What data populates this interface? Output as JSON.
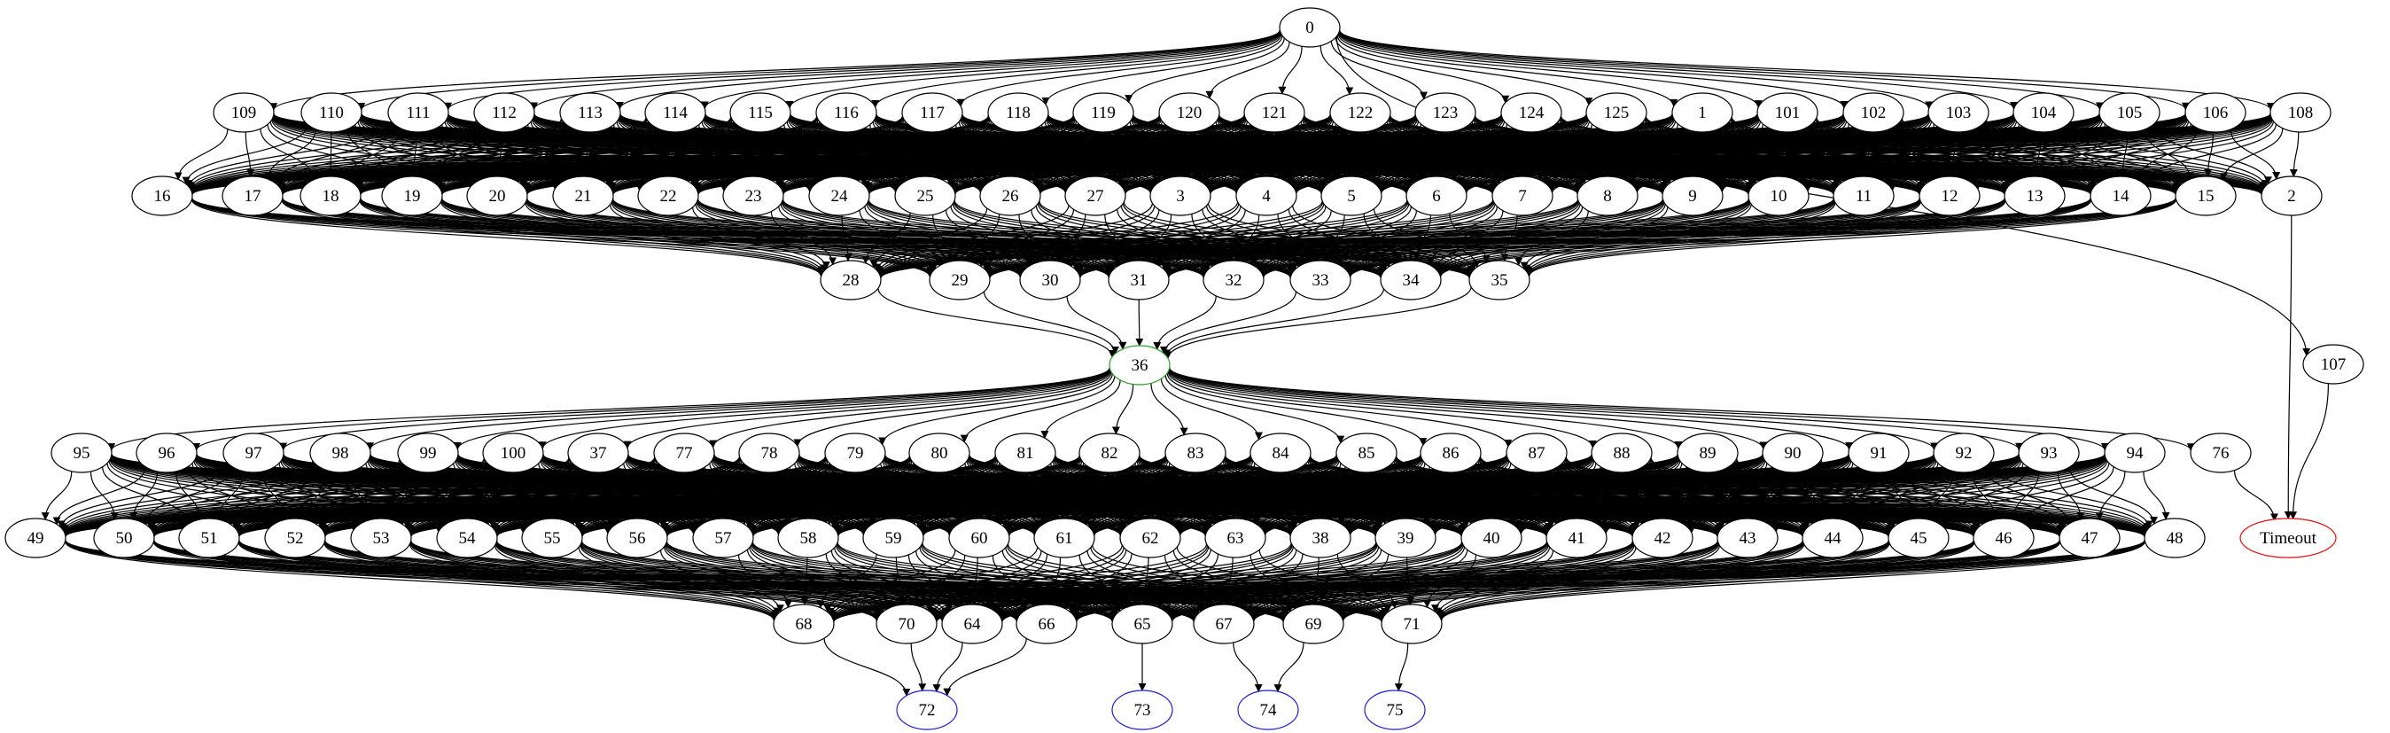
{
  "graph": {
    "type": "directed-graph",
    "colors": {
      "default": "#000000",
      "hub": "#2aa02a",
      "terminal": "#1f1fd0",
      "error": "#e01010"
    },
    "nodes": [
      {
        "id": "0"
      },
      {
        "id": "109"
      },
      {
        "id": "110"
      },
      {
        "id": "111"
      },
      {
        "id": "112"
      },
      {
        "id": "113"
      },
      {
        "id": "114"
      },
      {
        "id": "115"
      },
      {
        "id": "116"
      },
      {
        "id": "117"
      },
      {
        "id": "118"
      },
      {
        "id": "119"
      },
      {
        "id": "120"
      },
      {
        "id": "121"
      },
      {
        "id": "122"
      },
      {
        "id": "123"
      },
      {
        "id": "124"
      },
      {
        "id": "125"
      },
      {
        "id": "1"
      },
      {
        "id": "101"
      },
      {
        "id": "102"
      },
      {
        "id": "103"
      },
      {
        "id": "104"
      },
      {
        "id": "105"
      },
      {
        "id": "106"
      },
      {
        "id": "108"
      },
      {
        "id": "16"
      },
      {
        "id": "17"
      },
      {
        "id": "18"
      },
      {
        "id": "19"
      },
      {
        "id": "20"
      },
      {
        "id": "21"
      },
      {
        "id": "22"
      },
      {
        "id": "23"
      },
      {
        "id": "24"
      },
      {
        "id": "25"
      },
      {
        "id": "26"
      },
      {
        "id": "27"
      },
      {
        "id": "3"
      },
      {
        "id": "4"
      },
      {
        "id": "5"
      },
      {
        "id": "6"
      },
      {
        "id": "7"
      },
      {
        "id": "8"
      },
      {
        "id": "9"
      },
      {
        "id": "10"
      },
      {
        "id": "11"
      },
      {
        "id": "12"
      },
      {
        "id": "13"
      },
      {
        "id": "14"
      },
      {
        "id": "15"
      },
      {
        "id": "2"
      },
      {
        "id": "28"
      },
      {
        "id": "29"
      },
      {
        "id": "30"
      },
      {
        "id": "31"
      },
      {
        "id": "32"
      },
      {
        "id": "33"
      },
      {
        "id": "34"
      },
      {
        "id": "35"
      },
      {
        "id": "36",
        "kind": "hub"
      },
      {
        "id": "107"
      },
      {
        "id": "95"
      },
      {
        "id": "96"
      },
      {
        "id": "97"
      },
      {
        "id": "98"
      },
      {
        "id": "99"
      },
      {
        "id": "100"
      },
      {
        "id": "37"
      },
      {
        "id": "77"
      },
      {
        "id": "78"
      },
      {
        "id": "79"
      },
      {
        "id": "80"
      },
      {
        "id": "81"
      },
      {
        "id": "82"
      },
      {
        "id": "83"
      },
      {
        "id": "84"
      },
      {
        "id": "85"
      },
      {
        "id": "86"
      },
      {
        "id": "87"
      },
      {
        "id": "88"
      },
      {
        "id": "89"
      },
      {
        "id": "90"
      },
      {
        "id": "91"
      },
      {
        "id": "92"
      },
      {
        "id": "93"
      },
      {
        "id": "94"
      },
      {
        "id": "76"
      },
      {
        "id": "49"
      },
      {
        "id": "50"
      },
      {
        "id": "51"
      },
      {
        "id": "52"
      },
      {
        "id": "53"
      },
      {
        "id": "54"
      },
      {
        "id": "55"
      },
      {
        "id": "56"
      },
      {
        "id": "57"
      },
      {
        "id": "58"
      },
      {
        "id": "59"
      },
      {
        "id": "60"
      },
      {
        "id": "61"
      },
      {
        "id": "62"
      },
      {
        "id": "63"
      },
      {
        "id": "38"
      },
      {
        "id": "39"
      },
      {
        "id": "40"
      },
      {
        "id": "41"
      },
      {
        "id": "42"
      },
      {
        "id": "43"
      },
      {
        "id": "44"
      },
      {
        "id": "45"
      },
      {
        "id": "46"
      },
      {
        "id": "47"
      },
      {
        "id": "48"
      },
      {
        "id": "Timeout",
        "kind": "error"
      },
      {
        "id": "68"
      },
      {
        "id": "70"
      },
      {
        "id": "64"
      },
      {
        "id": "66"
      },
      {
        "id": "65"
      },
      {
        "id": "67"
      },
      {
        "id": "69"
      },
      {
        "id": "71"
      },
      {
        "id": "72",
        "kind": "terminal"
      },
      {
        "id": "73",
        "kind": "terminal"
      },
      {
        "id": "74",
        "kind": "terminal"
      },
      {
        "id": "75",
        "kind": "terminal"
      }
    ],
    "edge_groups": [
      {
        "from": [
          "0"
        ],
        "to": [
          "109",
          "110",
          "111",
          "112",
          "113",
          "114",
          "115",
          "116",
          "117",
          "118",
          "119",
          "120",
          "121",
          "122",
          "123",
          "124",
          "125",
          "1",
          "101",
          "102",
          "103",
          "104",
          "105",
          "106",
          "108",
          "107"
        ]
      },
      {
        "from": [
          "109",
          "110",
          "111",
          "112",
          "113",
          "114",
          "115",
          "116",
          "117",
          "118",
          "119",
          "120",
          "121",
          "122",
          "123",
          "124",
          "125",
          "1",
          "101",
          "102",
          "103",
          "104",
          "105",
          "106",
          "108"
        ],
        "to": [
          "16",
          "17",
          "18",
          "19",
          "20",
          "21",
          "22",
          "23",
          "24",
          "25",
          "26",
          "27",
          "3",
          "4",
          "5",
          "6",
          "7",
          "8",
          "9",
          "10",
          "11",
          "12",
          "13",
          "14",
          "15",
          "2"
        ]
      },
      {
        "from": [
          "16",
          "17",
          "18",
          "19",
          "20",
          "21",
          "22",
          "23",
          "24",
          "25",
          "26",
          "27",
          "3",
          "4",
          "5",
          "6",
          "7",
          "8",
          "9",
          "10",
          "11",
          "12",
          "13",
          "14",
          "15"
        ],
        "to": [
          "28",
          "29",
          "30",
          "31",
          "32",
          "33",
          "34",
          "35"
        ]
      },
      {
        "from": [
          "28",
          "29",
          "30",
          "31",
          "32",
          "33",
          "34",
          "35"
        ],
        "to": [
          "36"
        ]
      },
      {
        "from": [
          "2"
        ],
        "to": [
          "Timeout"
        ]
      },
      {
        "from": [
          "107"
        ],
        "to": [
          "Timeout"
        ]
      },
      {
        "from": [
          "36"
        ],
        "to": [
          "95",
          "96",
          "97",
          "98",
          "99",
          "100",
          "37",
          "77",
          "78",
          "79",
          "80",
          "81",
          "82",
          "83",
          "84",
          "85",
          "86",
          "87",
          "88",
          "89",
          "90",
          "91",
          "92",
          "93",
          "94",
          "76"
        ]
      },
      {
        "from": [
          "76"
        ],
        "to": [
          "Timeout"
        ]
      },
      {
        "from": [
          "95",
          "96",
          "97",
          "98",
          "99",
          "100",
          "37",
          "77",
          "78",
          "79",
          "80",
          "81",
          "82",
          "83",
          "84",
          "85",
          "86",
          "87",
          "88",
          "89",
          "90",
          "91",
          "92",
          "93",
          "94"
        ],
        "to": [
          "49",
          "50",
          "51",
          "52",
          "53",
          "54",
          "55",
          "56",
          "57",
          "58",
          "59",
          "60",
          "61",
          "62",
          "63",
          "38",
          "39",
          "40",
          "41",
          "42",
          "43",
          "44",
          "45",
          "46",
          "47",
          "48"
        ]
      },
      {
        "from": [
          "49",
          "50",
          "51",
          "52",
          "53",
          "54",
          "55",
          "56",
          "57",
          "58",
          "59",
          "60",
          "61",
          "62",
          "63",
          "38",
          "39",
          "40",
          "41",
          "42",
          "43",
          "44",
          "45",
          "46",
          "47",
          "48"
        ],
        "to": [
          "68",
          "70",
          "64",
          "66",
          "65",
          "67",
          "69",
          "71"
        ]
      },
      {
        "from": [
          "68",
          "70",
          "64",
          "66"
        ],
        "to": [
          "72"
        ]
      },
      {
        "from": [
          "65"
        ],
        "to": [
          "73"
        ]
      },
      {
        "from": [
          "67",
          "69"
        ],
        "to": [
          "74"
        ]
      },
      {
        "from": [
          "71"
        ],
        "to": [
          "75"
        ]
      }
    ]
  }
}
